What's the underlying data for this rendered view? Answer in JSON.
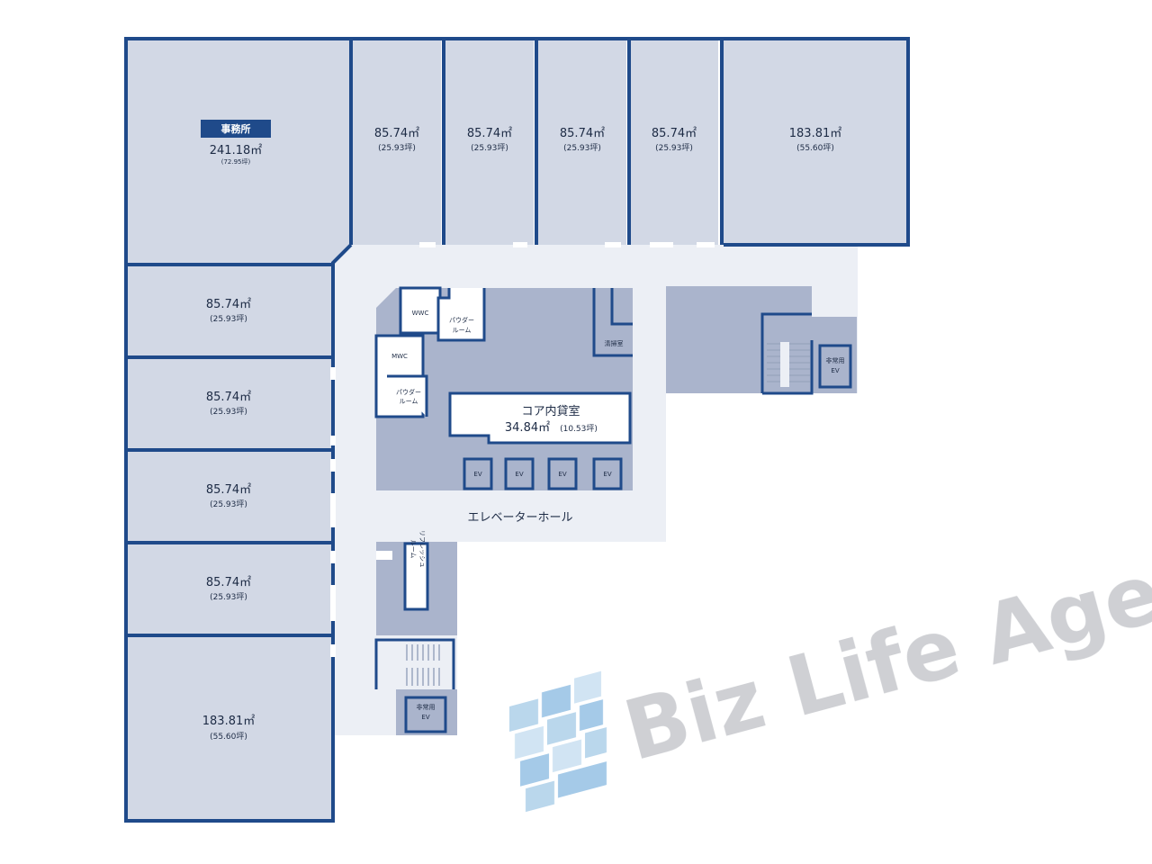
{
  "office": {
    "tag": "事務所",
    "area": "241.18㎡",
    "tsubo": "(72.95坪)"
  },
  "top_units": [
    {
      "area": "85.74㎡",
      "tsubo": "(25.93坪)"
    },
    {
      "area": "85.74㎡",
      "tsubo": "(25.93坪)"
    },
    {
      "area": "85.74㎡",
      "tsubo": "(25.93坪)"
    },
    {
      "area": "85.74㎡",
      "tsubo": "(25.93坪)"
    },
    {
      "area": "183.81㎡",
      "tsubo": "(55.60坪)"
    }
  ],
  "left_units": [
    {
      "area": "85.74㎡",
      "tsubo": "(25.93坪)"
    },
    {
      "area": "85.74㎡",
      "tsubo": "(25.93坪)"
    },
    {
      "area": "85.74㎡",
      "tsubo": "(25.93坪)"
    },
    {
      "area": "85.74㎡",
      "tsubo": "(25.93坪)"
    },
    {
      "area": "183.81㎡",
      "tsubo": "(55.60坪)"
    }
  ],
  "core_room": {
    "name": "コア内貸室",
    "area": "34.84㎡",
    "tsubo": "(10.53坪)"
  },
  "facilities": {
    "wwc": "WWC",
    "mwc": "MWC",
    "powder_room_1": "パウダー",
    "powder_room_2": "ルーム",
    "cleaning_room": "清掃室",
    "ev": "EV",
    "emergency_ev": "非常用",
    "refresh_1": "リフレッシュ",
    "refresh_2": "ルーム"
  },
  "elevator_hall": "エレベーターホール",
  "watermark": "Biz Life Agent",
  "colors": {
    "wall": "#1f4a8a",
    "room": "#d2d8e5",
    "core": "#aab4cc",
    "watermark": "#c3c5ca"
  }
}
